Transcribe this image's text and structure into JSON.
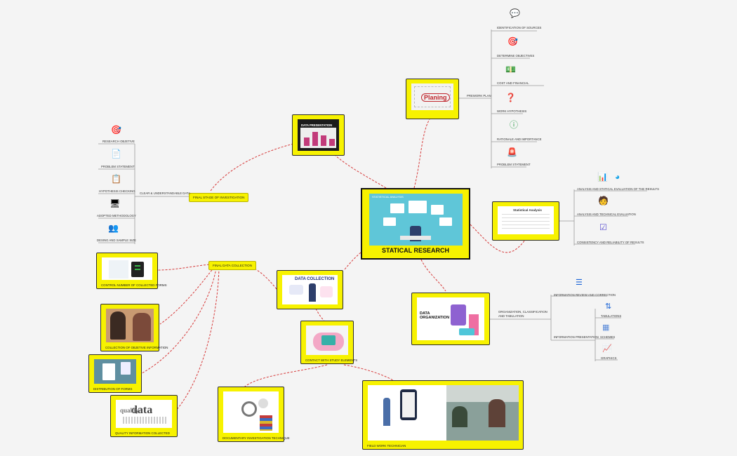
{
  "center": {
    "title": "STATICAL RESEARCH",
    "banner": "STATISTICAL ANALYSIS"
  },
  "planning": {
    "image_text": "Planing",
    "branch_label": "PREWORK PLAN",
    "items": [
      {
        "label": "IDENTIFICATION OF SOURCES",
        "icon": "speech-bubbles-icon"
      },
      {
        "label": "DETERMINE OBJECTIVES",
        "icon": "target-icon"
      },
      {
        "label": "COST AND FINANCIAL",
        "icon": "money-icon"
      },
      {
        "label": "WORK HYPOTHESIS",
        "icon": "question-icon"
      },
      {
        "label": "RATIONALE AND IMPORTANCE",
        "icon": "info-icon"
      },
      {
        "label": "PROBLEM STATEMENT",
        "icon": "alarm-icon"
      }
    ]
  },
  "statistics": {
    "image_title": "Statistical Analysis",
    "items": [
      {
        "label": "ANALYSIS AND STATICAL EVALUATION OF THE RESULTS",
        "icon": "chart-icon"
      },
      {
        "label": "ANALYSIS AND TECHNICAL EVALUATION",
        "icon": "person-icon"
      },
      {
        "label": "CONSISTENCY AND RELIABILITY OF RESULTS",
        "icon": "checklist-icon"
      }
    ]
  },
  "data_presentation": {
    "image_title": "DATA PRESENTATION"
  },
  "final_stage": {
    "label": "FINAL STAGE OF INVESTIGATION",
    "branch_label": "CLEAR & UNDERSTANDABLE DATA",
    "items": [
      {
        "label": "RESEARCH OBJETIVE",
        "icon": "target-icon"
      },
      {
        "label": "PROBLEM STATEMENT",
        "icon": "document-icon"
      },
      {
        "label": "HYPOTHESIS CHECKING",
        "icon": "clipboard-icon"
      },
      {
        "label": "ADOPTED METHODOLOGY",
        "icon": "presentation-icon"
      },
      {
        "label": "DESING AND SAMPLE SIZE",
        "icon": "team-icon"
      }
    ]
  },
  "data_collection": {
    "image_title": "DATA COLLECTION",
    "final_label": "FINAL DATA COLLECTION",
    "items": [
      "CONTROL NUMBER OF COLLECTED FORMS",
      "COLLECTION OF OBJETIVE INFORMATION",
      "DISTRIBUTION OF FORMS",
      "QUALITY INFORMATION COLLECTED"
    ]
  },
  "contact": {
    "label": "CONTACT WITH STUDY ELEMENTS"
  },
  "documentary": {
    "label": "DOCUMENTARY INVESTIGATION TECHNIQUE"
  },
  "field_work": {
    "label": "FIELD WORK TECHNICIAN"
  },
  "organization": {
    "image_title": "DATA ORGANIZATION",
    "branch_label": "ORGANIZATION, CLASSIFICATION AND TABULATION",
    "review_label": "INFORMATION REVIEW AND CORRECTION",
    "presentation_label": "INFORMATION PRESENTATION",
    "items": [
      {
        "label": "TABULATIONS",
        "icon": "sort-icon"
      },
      {
        "label": "SCHEMES",
        "icon": "grid-icon"
      },
      {
        "label": "GRAPHICS",
        "icon": "graph-icon"
      }
    ]
  },
  "colors": {
    "card": "#f7f200",
    "connector": "#d63a3a",
    "tree_line": "#9a9a9a"
  }
}
